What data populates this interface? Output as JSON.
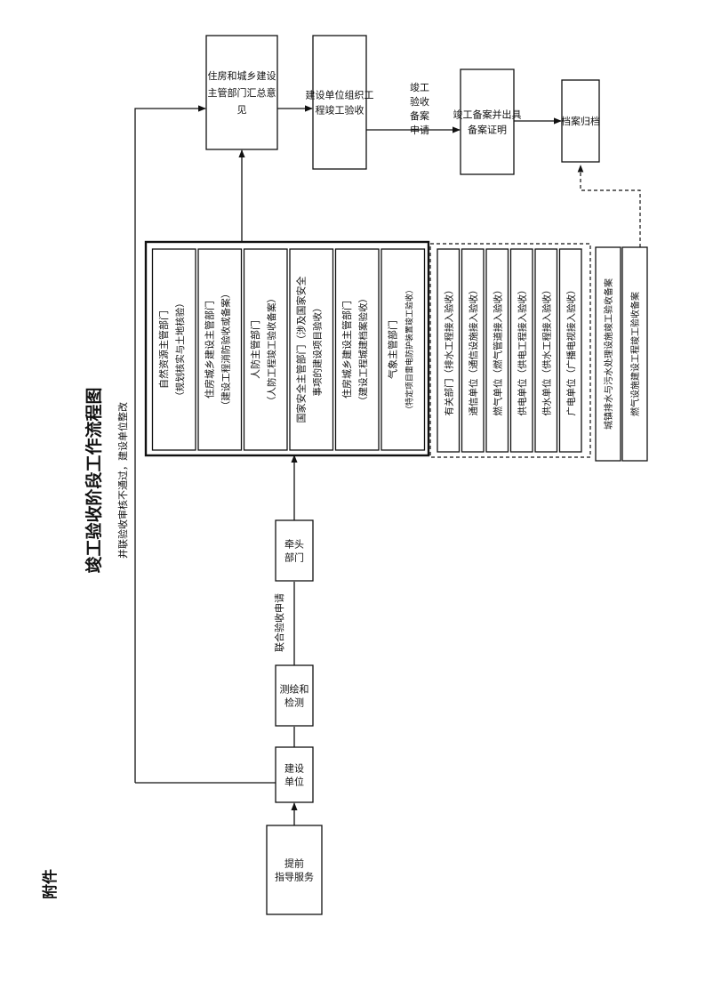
{
  "attachment_label": "附件",
  "title": "竣工验收阶段工作流程图",
  "subtitle": "并联验收审核不通过，建设单位整改",
  "nodes": {
    "advance_guidance": "提前\n指导服务",
    "construction_unit": "建设\n单位",
    "survey_testing": "测绘和\n检测",
    "lead_department": "牵头\n部门",
    "housing_summary": "住房和城乡建设\n主管部门汇总意\n见",
    "organize_acceptance": "建设单位组织工\n程竣工验收",
    "filing_certificate": "竣工备案并出具\n备案证明",
    "archive": "档案归档"
  },
  "edge_labels": {
    "joint_application": "联合验收申请",
    "completion_filing_application": "竣工\n验收\n备案\n申请"
  },
  "parallel_group": [
    {
      "name": "自然资源主管部门",
      "detail": "（规划核实与土地核验）"
    },
    {
      "name": "住房城乡建设主管部门",
      "detail": "（建设工程消防验收或备案）"
    },
    {
      "name": "人防主管部门",
      "detail": "（人防工程竣工验收备案）"
    },
    {
      "name": "国家安全主管部门（涉及国家安全",
      "detail": "事项的建设项目验收）"
    },
    {
      "name": "住房城乡建设主管部门",
      "detail": "（建设工程城建档案验收）"
    },
    {
      "name": "气象主管部门",
      "detail": "（特定项目雷电防护装置竣工验收）"
    }
  ],
  "utility_group": [
    "有关部门（排水工程接入验收）",
    "通信单位（通信设施接入验收）",
    "燃气单位（燃气管道接入验收）",
    "供电单位（供电工程接入验收）",
    "供水单位（供水工程接入验收）",
    "广电单位（广播电视接入验收）"
  ],
  "filing_group": [
    "城镇排水与污水处理设施竣工验收备案",
    "燃气设施建设工程竣工验收备案"
  ]
}
